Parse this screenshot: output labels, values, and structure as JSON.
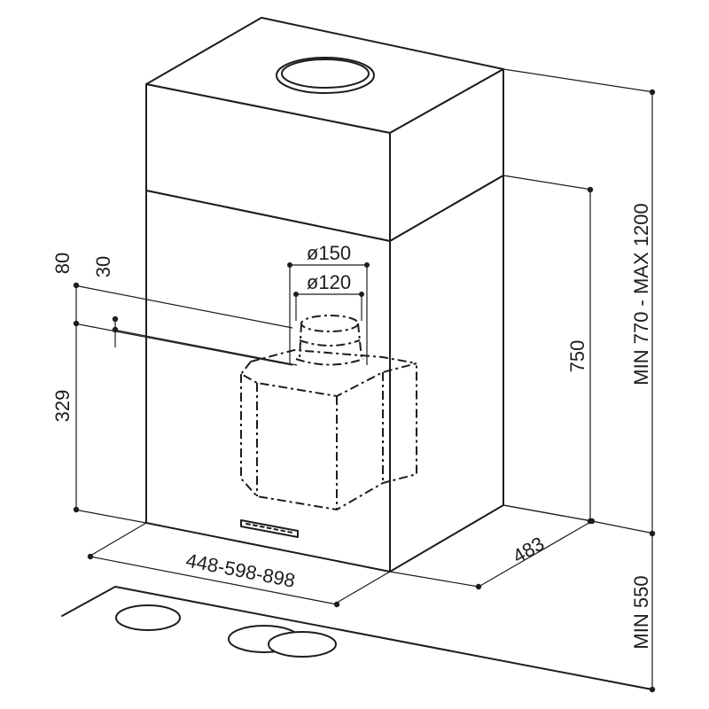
{
  "colors": {
    "line": "#1d1d1b",
    "background": "#ffffff"
  },
  "dimensions": {
    "total_height": "MIN 770 - MAX 1200",
    "body_height": "750",
    "clearance": "MIN 550",
    "width": "448-598-898",
    "depth": "483",
    "outlet_outer": "ø150",
    "outlet_inner": "ø120",
    "top_offset": "80",
    "collar": "30",
    "motor_height": "329"
  }
}
